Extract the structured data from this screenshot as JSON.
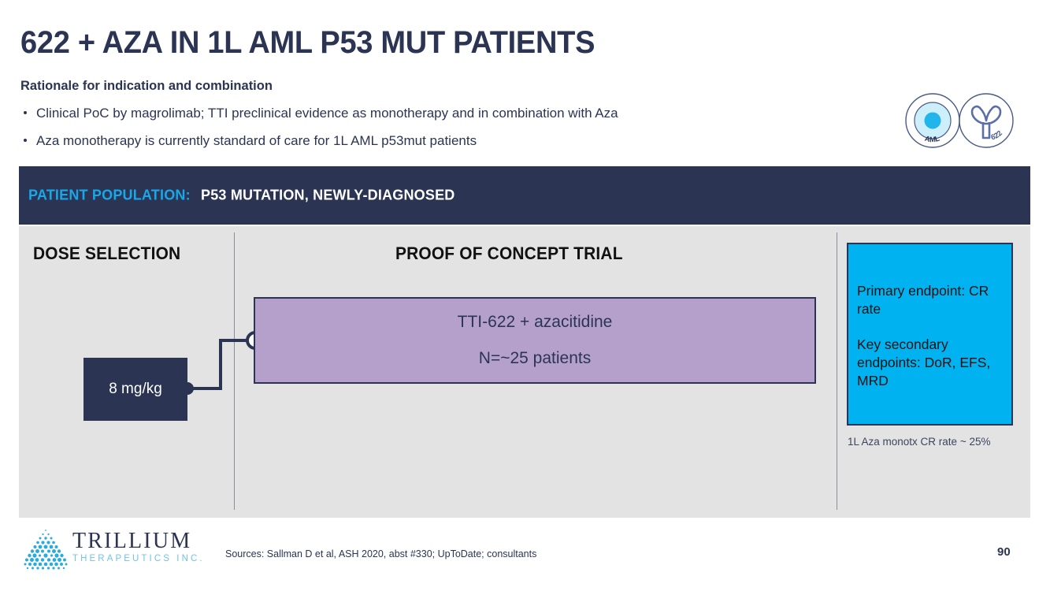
{
  "slide": {
    "title": "622 + AZA IN 1L AML P53 MUT PATIENTS",
    "subhead": "Rationale for indication and combination",
    "bullets": [
      "Clinical PoC by magrolimab; TTI preclinical evidence as monotherapy and in combination with Aza",
      "Aza monotherapy is currently standard of care for 1L AML p53mut patients"
    ],
    "page_number": "90"
  },
  "badges": [
    {
      "name": "aml-cell-badge",
      "label": "AML"
    },
    {
      "name": "antibody-622-badge",
      "label": "622"
    }
  ],
  "population_band": {
    "label": "PATIENT POPULATION:",
    "value": "P53 MUTATION, NEWLY-DIAGNOSED"
  },
  "panel": {
    "columns": {
      "dose_selection_header": "DOSE SELECTION",
      "proof_of_concept_header": "PROOF OF CONCEPT TRIAL"
    },
    "dose_box": {
      "label": "8 mg/kg"
    },
    "arm_box": {
      "line1": "TTI-622 + azacitidine",
      "line2": "N=~25 patients"
    },
    "endpoint_box": {
      "primary": "Primary endpoint: CR rate",
      "secondary": "Key secondary endpoints:  DoR, EFS, MRD"
    },
    "endpoint_note": "1L Aza monotx CR rate ~ 25%"
  },
  "footer": {
    "logo_primary": "TRILLIUM",
    "logo_secondary": "THERAPEUTICS INC.",
    "sources": "Sources: Sallman D et al, ASH 2020, abst #330; UpToDate; consultants"
  },
  "colors": {
    "navy": "#2b3553",
    "cyan": "#00b3f0",
    "band_cyan": "#18a7e8",
    "purple": "#b5a0cb",
    "panel_gray": "#e3e3e3",
    "logo_blue": "#29abe2",
    "logo_secondary_blue": "#6fc4e8"
  }
}
